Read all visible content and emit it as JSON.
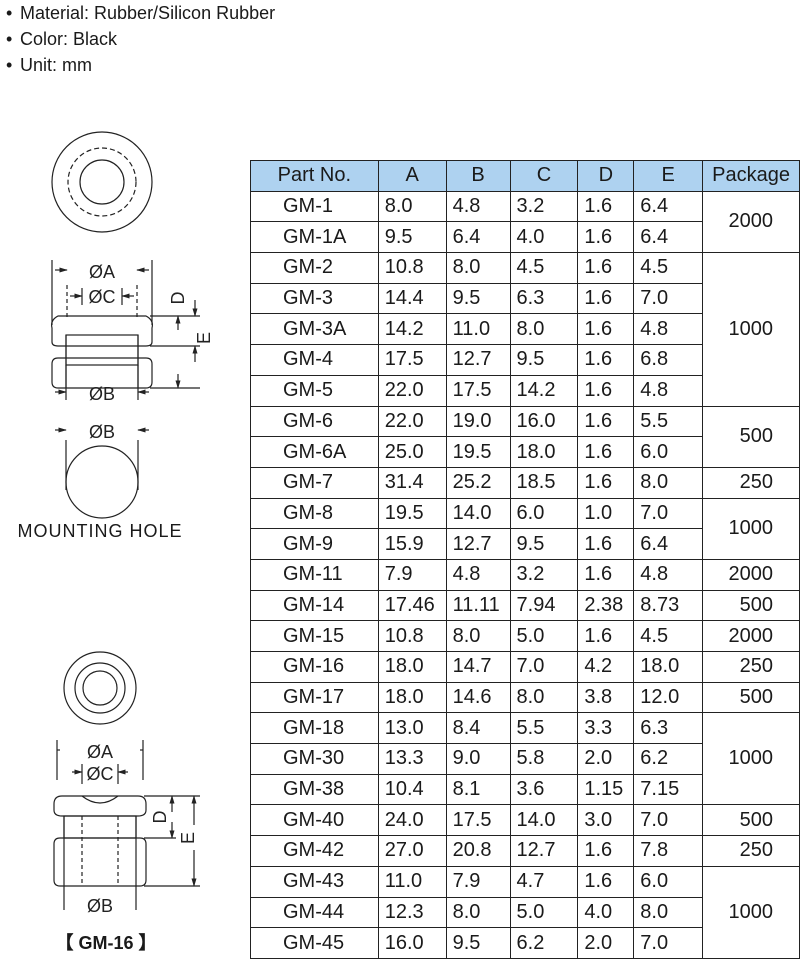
{
  "specs": {
    "material": "Material: Rubber/Silicon Rubber",
    "color": "Color: Black",
    "unit": "Unit: mm"
  },
  "drawing": {
    "dim_a": "ØA",
    "dim_c": "ØC",
    "dim_b": "ØB",
    "dim_d": "D",
    "dim_e": "E",
    "mounting_hole": "MOUNTING HOLE",
    "gm16_label": "【 GM-16 】"
  },
  "table": {
    "headers": [
      "Part No.",
      "A",
      "B",
      "C",
      "D",
      "E",
      "Package"
    ],
    "rows": [
      {
        "part": "GM-1",
        "a": "8.0",
        "b": "4.8",
        "c": "3.2",
        "d": "1.6",
        "e": "6.4",
        "pkg": "2000",
        "span": 2
      },
      {
        "part": "GM-1A",
        "a": "9.5",
        "b": "6.4",
        "c": "4.0",
        "d": "1.6",
        "e": "6.4"
      },
      {
        "part": "GM-2",
        "a": "10.8",
        "b": "8.0",
        "c": "4.5",
        "d": "1.6",
        "e": "4.5",
        "pkg": "1000",
        "span": 5
      },
      {
        "part": "GM-3",
        "a": "14.4",
        "b": "9.5",
        "c": "6.3",
        "d": "1.6",
        "e": "7.0"
      },
      {
        "part": "GM-3A",
        "a": "14.2",
        "b": "11.0",
        "c": "8.0",
        "d": "1.6",
        "e": "4.8"
      },
      {
        "part": "GM-4",
        "a": "17.5",
        "b": "12.7",
        "c": "9.5",
        "d": "1.6",
        "e": "6.8"
      },
      {
        "part": "GM-5",
        "a": "22.0",
        "b": "17.5",
        "c": "14.2",
        "d": "1.6",
        "e": "4.8"
      },
      {
        "part": "GM-6",
        "a": "22.0",
        "b": "19.0",
        "c": "16.0",
        "d": "1.6",
        "e": "5.5",
        "pkg": "500",
        "span": 2
      },
      {
        "part": "GM-6A",
        "a": "25.0",
        "b": "19.5",
        "c": "18.0",
        "d": "1.6",
        "e": "6.0"
      },
      {
        "part": "GM-7",
        "a": "31.4",
        "b": "25.2",
        "c": "18.5",
        "d": "1.6",
        "e": "8.0",
        "pkg": "250",
        "span": 1
      },
      {
        "part": "GM-8",
        "a": "19.5",
        "b": "14.0",
        "c": "6.0",
        "d": "1.0",
        "e": "7.0",
        "pkg": "1000",
        "span": 2
      },
      {
        "part": "GM-9",
        "a": "15.9",
        "b": "12.7",
        "c": "9.5",
        "d": "1.6",
        "e": "6.4"
      },
      {
        "part": "GM-11",
        "a": "7.9",
        "b": "4.8",
        "c": "3.2",
        "d": "1.6",
        "e": "4.8",
        "pkg": "2000",
        "span": 1
      },
      {
        "part": "GM-14",
        "a": "17.46",
        "b": "11.11",
        "c": "7.94",
        "d": "2.38",
        "e": "8.73",
        "pkg": "500",
        "span": 1
      },
      {
        "part": "GM-15",
        "a": "10.8",
        "b": "8.0",
        "c": "5.0",
        "d": "1.6",
        "e": "4.5",
        "pkg": "2000",
        "span": 1
      },
      {
        "part": "GM-16",
        "a": "18.0",
        "b": "14.7",
        "c": "7.0",
        "d": "4.2",
        "e": "18.0",
        "pkg": "250",
        "span": 1
      },
      {
        "part": "GM-17",
        "a": "18.0",
        "b": "14.6",
        "c": "8.0",
        "d": "3.8",
        "e": "12.0",
        "pkg": "500",
        "span": 1
      },
      {
        "part": "GM-18",
        "a": "13.0",
        "b": "8.4",
        "c": "5.5",
        "d": "3.3",
        "e": "6.3",
        "pkg": "1000",
        "span": 3
      },
      {
        "part": "GM-30",
        "a": "13.3",
        "b": "9.0",
        "c": "5.8",
        "d": "2.0",
        "e": "6.2"
      },
      {
        "part": "GM-38",
        "a": "10.4",
        "b": "8.1",
        "c": "3.6",
        "d": "1.15",
        "e": "7.15"
      },
      {
        "part": "GM-40",
        "a": "24.0",
        "b": "17.5",
        "c": "14.0",
        "d": "3.0",
        "e": "7.0",
        "pkg": "500",
        "span": 1
      },
      {
        "part": "GM-42",
        "a": "27.0",
        "b": "20.8",
        "c": "12.7",
        "d": "1.6",
        "e": "7.8",
        "pkg": "250",
        "span": 1
      },
      {
        "part": "GM-43",
        "a": "11.0",
        "b": "7.9",
        "c": "4.7",
        "d": "1.6",
        "e": "6.0",
        "pkg": "1000",
        "span": 3
      },
      {
        "part": "GM-44",
        "a": "12.3",
        "b": "8.0",
        "c": "5.0",
        "d": "4.0",
        "e": "8.0"
      },
      {
        "part": "GM-45",
        "a": "16.0",
        "b": "9.5",
        "c": "6.2",
        "d": "2.0",
        "e": "7.0"
      }
    ]
  }
}
